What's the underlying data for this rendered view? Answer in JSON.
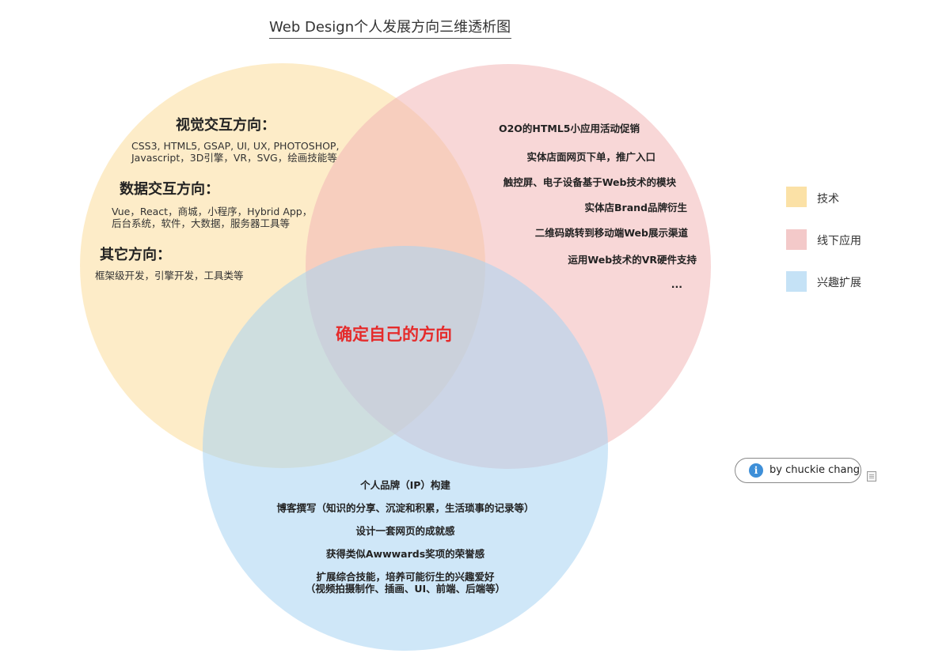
{
  "title": "Web Design个人发展方向三维透析图",
  "colors": {
    "tech": "#fbe1a6",
    "offline": "#f3b6b6",
    "interest": "#a7d4f2",
    "center_text": "#e52b2b"
  },
  "tech": {
    "visual_heading": "视觉交互方向：",
    "visual_line1": "CSS3, HTML5, GSAP, UI, UX, PHOTOSHOP,",
    "visual_line2": "Javascript，3D引擎，VR，SVG，绘画技能等",
    "data_heading": "数据交互方向：",
    "data_line1": "Vue，React，商城，小程序，Hybrid App，",
    "data_line2": "后台系统，软件，大数据，服务器工具等",
    "other_heading": "其它方向：",
    "other_line1": "框架级开发，引擎开发，工具类等"
  },
  "offline": {
    "items": [
      "O2O的HTML5小应用活动促销",
      "实体店面网页下单，推广入口",
      "触控屏、电子设备基于Web技术的模块",
      "实体店Brand品牌衍生",
      "二维码跳转到移动端Web展示渠道",
      "运用Web技术的VR硬件支持",
      "..."
    ]
  },
  "interest": {
    "items": [
      "个人品牌（IP）构建",
      "博客撰写（知识的分享、沉淀和积累，生活琐事的记录等）",
      "设计一套网页的成就感",
      "获得类似Awwwards奖项的荣誉感",
      "扩展综合技能，培养可能衍生的兴趣爱好",
      "（视频拍摄制作、插画、UI、前端、后端等）"
    ]
  },
  "center_text": "确定自己的方向",
  "legend": [
    {
      "label": "技术",
      "color": "#fbe1a6"
    },
    {
      "label": "线下应用",
      "color": "#f3c9c9"
    },
    {
      "label": "兴趣扩展",
      "color": "#c5e2f6"
    }
  ],
  "credit": {
    "info_icon": "i",
    "text": "by chuckie chang"
  }
}
